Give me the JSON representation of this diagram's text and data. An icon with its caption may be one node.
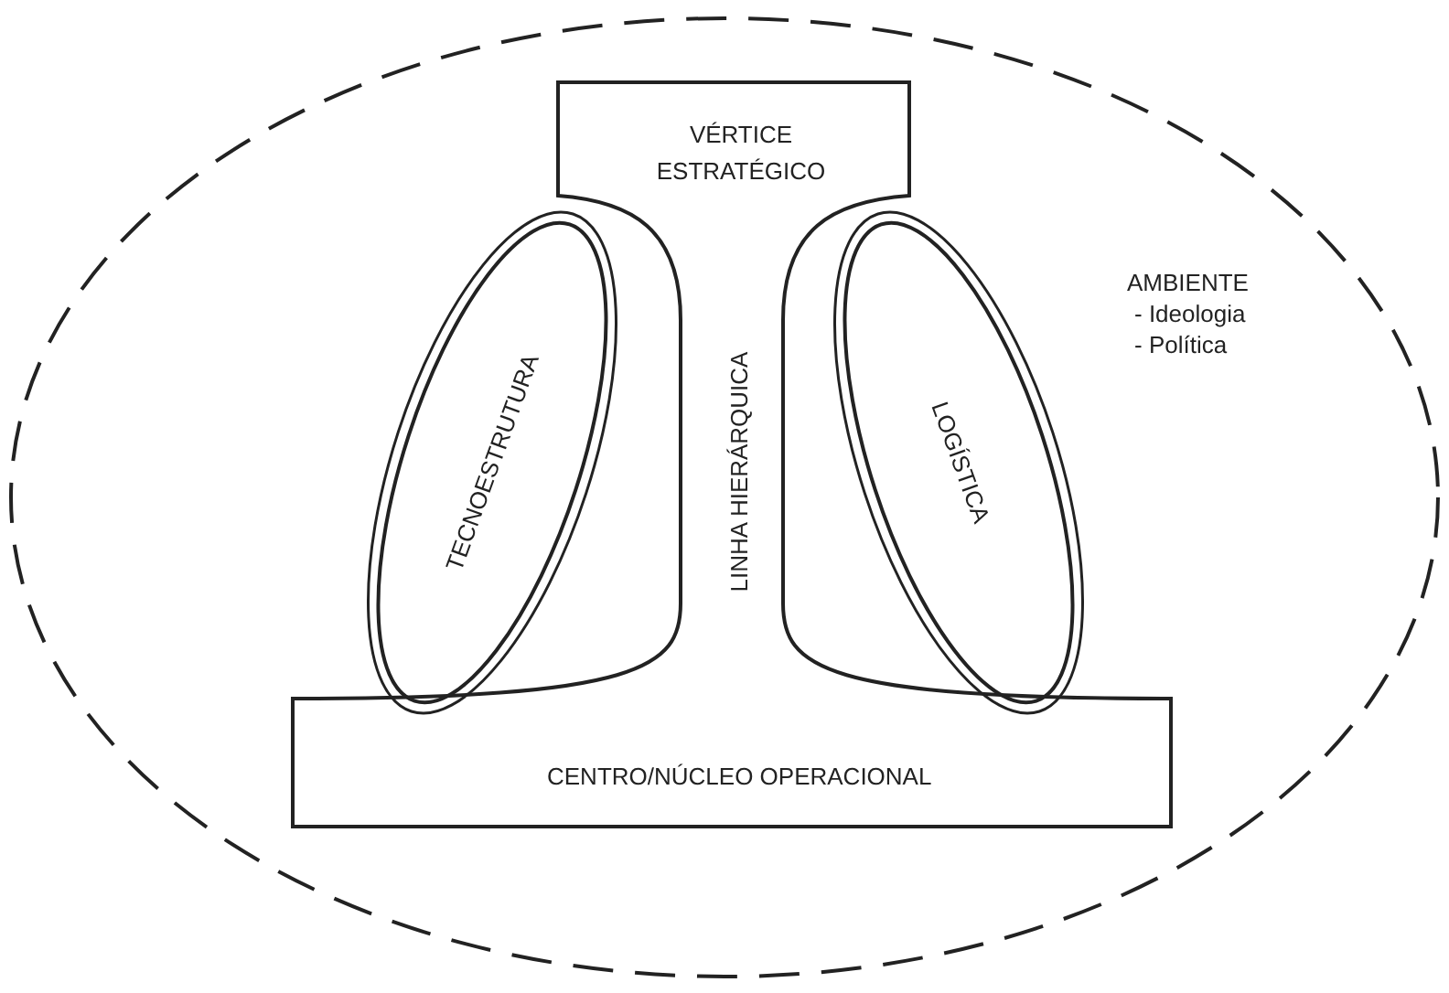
{
  "diagram": {
    "nodes": [
      {
        "text": [
          "AMBIENTE",
          "- Ideologia",
          "- Política"
        ]
      },
      {
        "text": [
          "VÉRTICE ESTRATÉGICO"
        ],
        "in": 0
      },
      {
        "text": [
          "TECNOESTRUTURA"
        ],
        "in": 0
      },
      {
        "text": [
          "LINHA HIERÁRQUICA"
        ],
        "in": 0
      },
      {
        "text": [
          "LOGÍSTICA"
        ],
        "in": 0
      },
      {
        "text": [
          "CENTRO/NÚCLEO OPERACIONAL"
        ],
        "in": 0
      }
    ],
    "edges": []
  }
}
